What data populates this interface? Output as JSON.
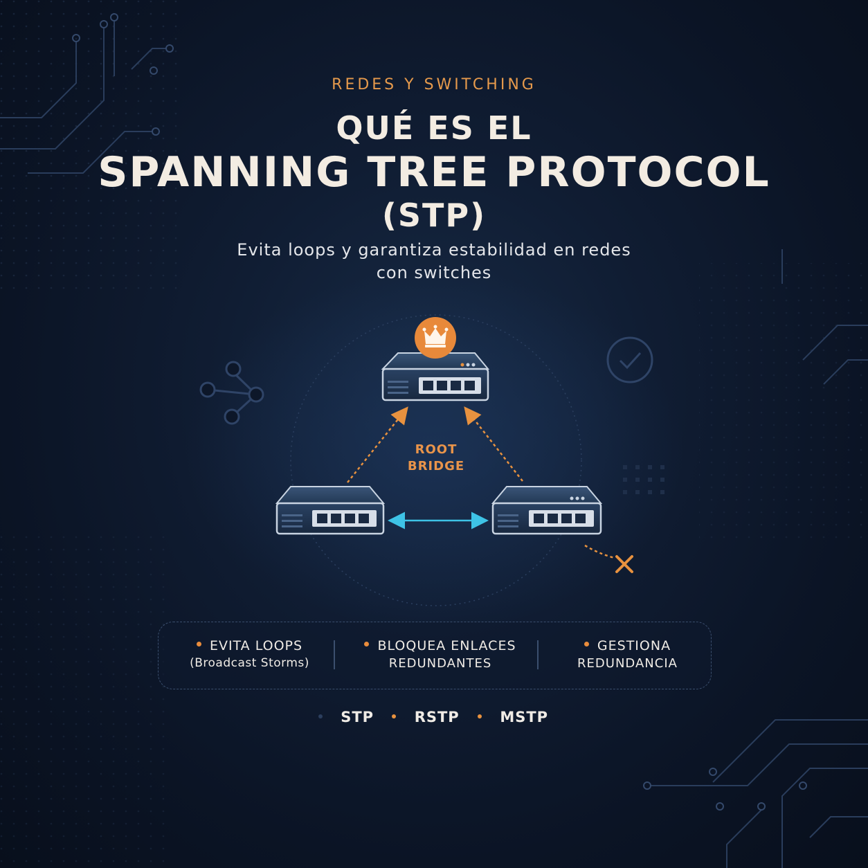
{
  "header": {
    "eyebrow": "REDES Y SWITCHING",
    "title_line1": "QUÉ ES EL",
    "title_line2": "SPANNING TREE PROTOCOL",
    "title_line3": "(STP)",
    "subtitle_line1": "Evita loops y garantiza estabilidad en redes",
    "subtitle_line2": "con switches"
  },
  "diagram": {
    "root_label_line1": "ROOT",
    "root_label_line2": "BRIDGE",
    "root_icon": "crown-icon",
    "blocked_icon": "x-icon",
    "status_icon": "check-circle-icon",
    "share_icon": "share-nodes-icon"
  },
  "features": [
    {
      "line1": "EVITA LOOPS",
      "line2": "(Broadcast Storms)"
    },
    {
      "line1": "BLOQUEA ENLACES",
      "line2": "REDUNDANTES"
    },
    {
      "line1": "GESTIONA",
      "line2": "REDUNDANCIA"
    }
  ],
  "protocols": [
    "STP",
    "RSTP",
    "MSTP"
  ],
  "colors": {
    "background": "#0c1524",
    "accent_orange": "#e8923f",
    "link_cyan": "#3ec3e6",
    "text_light": "#f3ece2",
    "switch_body": "#253a58"
  }
}
